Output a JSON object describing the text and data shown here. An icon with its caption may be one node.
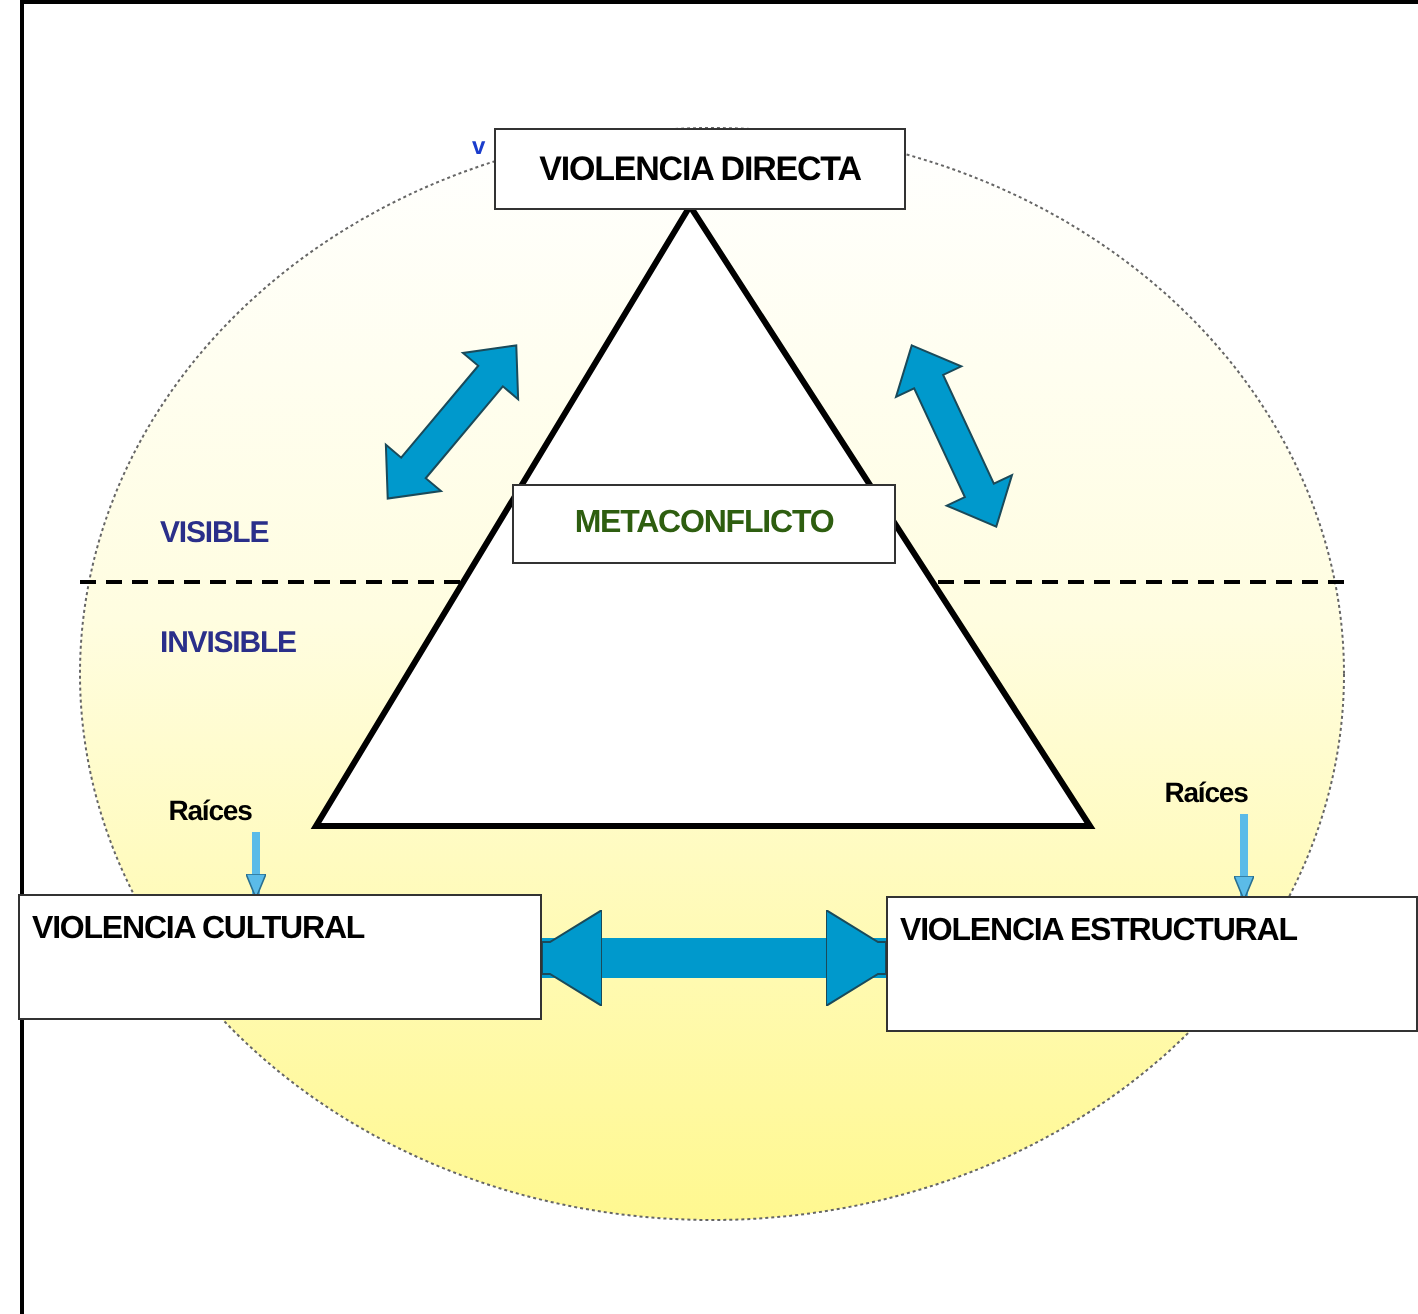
{
  "diagram": {
    "nodes": [
      {
        "text": [
          "VIOLENCIA DIRECTA"
        ]
      },
      {
        "text": [
          "METACONFLICTO"
        ]
      },
      {
        "text": [
          "VIOLENCIA CULTURAL"
        ]
      },
      {
        "text": [
          "VIOLENCIA ESTRUCTURAL"
        ]
      },
      {
        "text": [
          "Raíces"
        ]
      },
      {
        "text": [
          "Raíces"
        ]
      }
    ],
    "edges": [
      {
        "from": 2,
        "to": 3,
        "arrow": "both",
        "style": "thick",
        "color": "#0099cc"
      },
      {
        "from": 4,
        "to": 2,
        "arrow": "to"
      },
      {
        "from": 5,
        "to": 3,
        "arrow": "to"
      }
    ],
    "labels": [
      "v",
      "VISIBLE",
      "INVISIBLE"
    ]
  }
}
